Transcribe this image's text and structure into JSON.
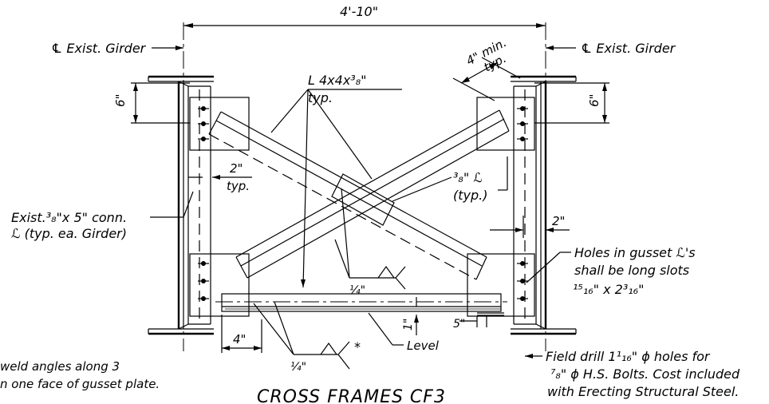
{
  "labels": {
    "width_dim": "4'-10\"",
    "cl_girder_left": "℄ Exist. Girder",
    "cl_girder_right": "℄ Exist. Girder",
    "four_min": "4\" min.",
    "typ_top": "typ.",
    "angle_size": "L 4x4x³₈\"",
    "typ_angle": "typ.",
    "six_left": "6\"",
    "six_right": "6\"",
    "two_left": "2\"",
    "typ_two": "typ.",
    "plate_thk": "³₈\" ℒ",
    "plate_typ": "(typ.)",
    "two_right": "2\"",
    "exist_conn_1": "Exist.³₈\"x 5\" conn.",
    "exist_conn_2": "ℒ (typ. ea. Girder)",
    "holes_1": "Holes in gusset ℒ's",
    "holes_2": "shall be long slots",
    "holes_3": "¹⁵₁₆\" x 2³₁₆\"",
    "weld_quarter_mid": "¼\"",
    "one_in": "1\"",
    "five_in": "5\"",
    "four_bottom": "4\"",
    "weld_quarter_low": "¼\"",
    "asterisk": "*",
    "level": "Level",
    "note_weld_1": "weld angles along 3",
    "note_weld_2": "n one face of gusset plate.",
    "field_1": "Field drill 1¹₁₆\" ϕ holes for",
    "field_2": "⁷₈\" ϕ H.S. Bolts. Cost included",
    "field_3": "with Erecting Structural Steel.",
    "title": "CROSS FRAMES CF3"
  }
}
